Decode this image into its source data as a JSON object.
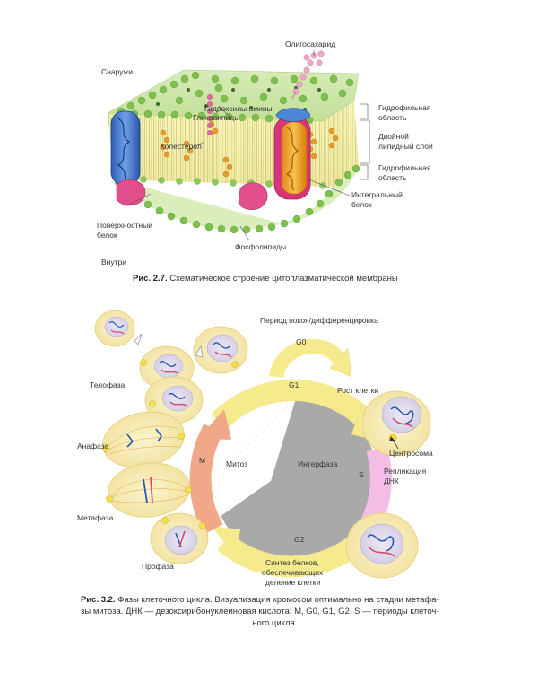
{
  "figure1": {
    "labels": {
      "outside": "Снаружи",
      "inside": "Внутри",
      "oligosaccharide": "Олигосахарид",
      "hydroxy": "Гидроксилы амины",
      "glycolipids": "Гликолипиды",
      "cholesterol": "Холестерол",
      "hydrophilic_top_1": "Гидрофильная",
      "hydrophilic_top_2": "область",
      "bilayer_1": "Двойной",
      "bilayer_2": "липидный слой",
      "hydrophilic_bottom_1": "Гидрофильная",
      "hydrophilic_bottom_2": "область",
      "integral_1": "Интегральный",
      "integral_2": "белок",
      "surface_1": "Поверхностный",
      "surface_2": "белок",
      "phospholipids": "Фосфолипиды"
    },
    "caption_num": "Рис. 2.7.",
    "caption_text": " Схематическое строение цитоплазматической мембраны"
  },
  "figure2": {
    "labels": {
      "rest_period": "Период покоя/дифференцировка",
      "g0": "G0",
      "g1": "G1",
      "g2": "G2",
      "m": "M",
      "s": "S",
      "growth": "Рост клетки",
      "telophase": "Телофаза",
      "anaphase": "Анафаза",
      "metaphase": "Метафаза",
      "prophase": "Профаза",
      "mitosis": "Митоз",
      "interphase": "Интерфаза",
      "centrosome": "Центросома",
      "replication_1": "Репликация",
      "replication_2": "ДНК",
      "protein_1": "Синтез белков,",
      "protein_2": "обеспечивающих",
      "protein_3": "деление клетки"
    },
    "caption_num": "Рис. 3.2.",
    "caption_line1": " Фазы клеточного цикла. Визуализация хромосом оптимально на стадии метафа-",
    "caption_line2": "зы митоза. ДНК — дезоксирибонуклеиновая кислота; M, G0, G1, G2, S — периоды клеточ-",
    "caption_line3": "ного цикла"
  }
}
